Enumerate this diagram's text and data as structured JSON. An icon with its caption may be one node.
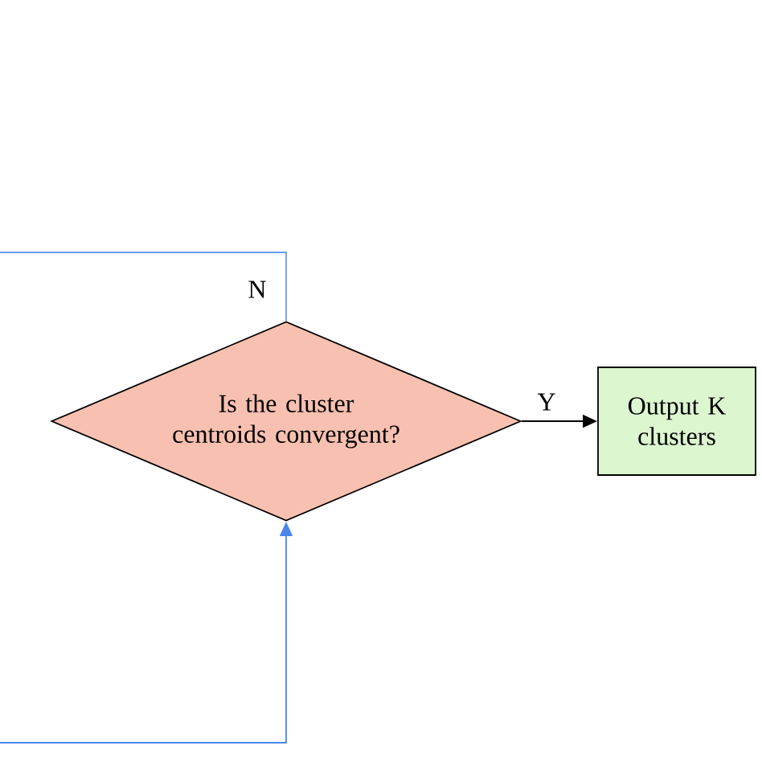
{
  "diagram": {
    "nodes": [
      {
        "text": [
          "Is the cluster centroids convergent?"
        ]
      },
      {
        "text": [
          "Output K clusters"
        ]
      }
    ],
    "edges": [
      {
        "from": 0,
        "to": null,
        "arrow": "none",
        "label": "N",
        "color": "#6a9be8"
      },
      {
        "from": null,
        "to": 0,
        "arrow": "to",
        "color": "#4a86e8"
      },
      {
        "from": 0,
        "to": 1,
        "arrow": "to",
        "label": "Y",
        "color": "#000000"
      }
    ]
  }
}
